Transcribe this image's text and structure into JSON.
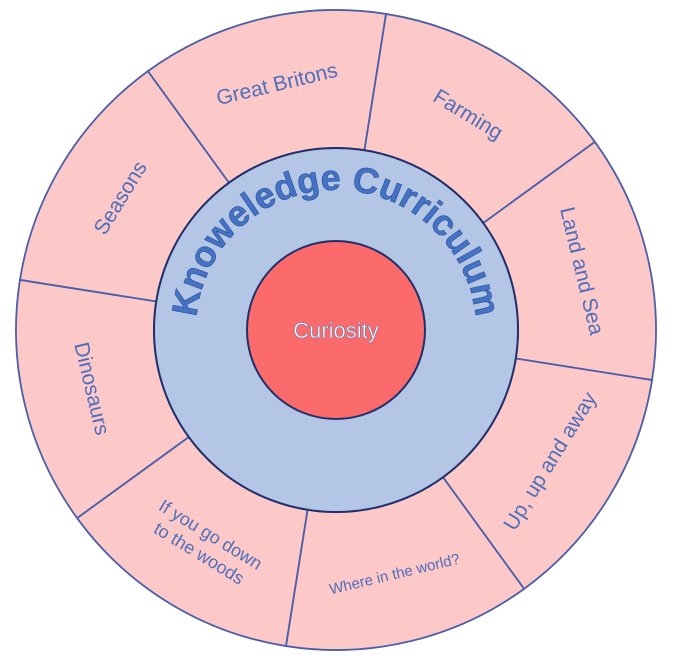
{
  "center": {
    "label": "Curiosity"
  },
  "ring": {
    "label": "Knoweledge Curriculum"
  },
  "segments": [
    {
      "label": "Seasons"
    },
    {
      "label": "Great Britons"
    },
    {
      "label": "Farming"
    },
    {
      "label": "Land and Sea"
    },
    {
      "label": "Up, up and away"
    },
    {
      "label": "Where in the world?"
    },
    {
      "label": "If you go down to the woods",
      "lines": [
        "If you go down",
        "to the woods"
      ]
    },
    {
      "label": "Dinosaurs"
    }
  ],
  "colors": {
    "outer_segments": "#fcc8c8",
    "ring": "#b3c6e6",
    "core": "#fb6b6b",
    "label_text": "#4472c4",
    "outline": "#1f2f6a"
  }
}
